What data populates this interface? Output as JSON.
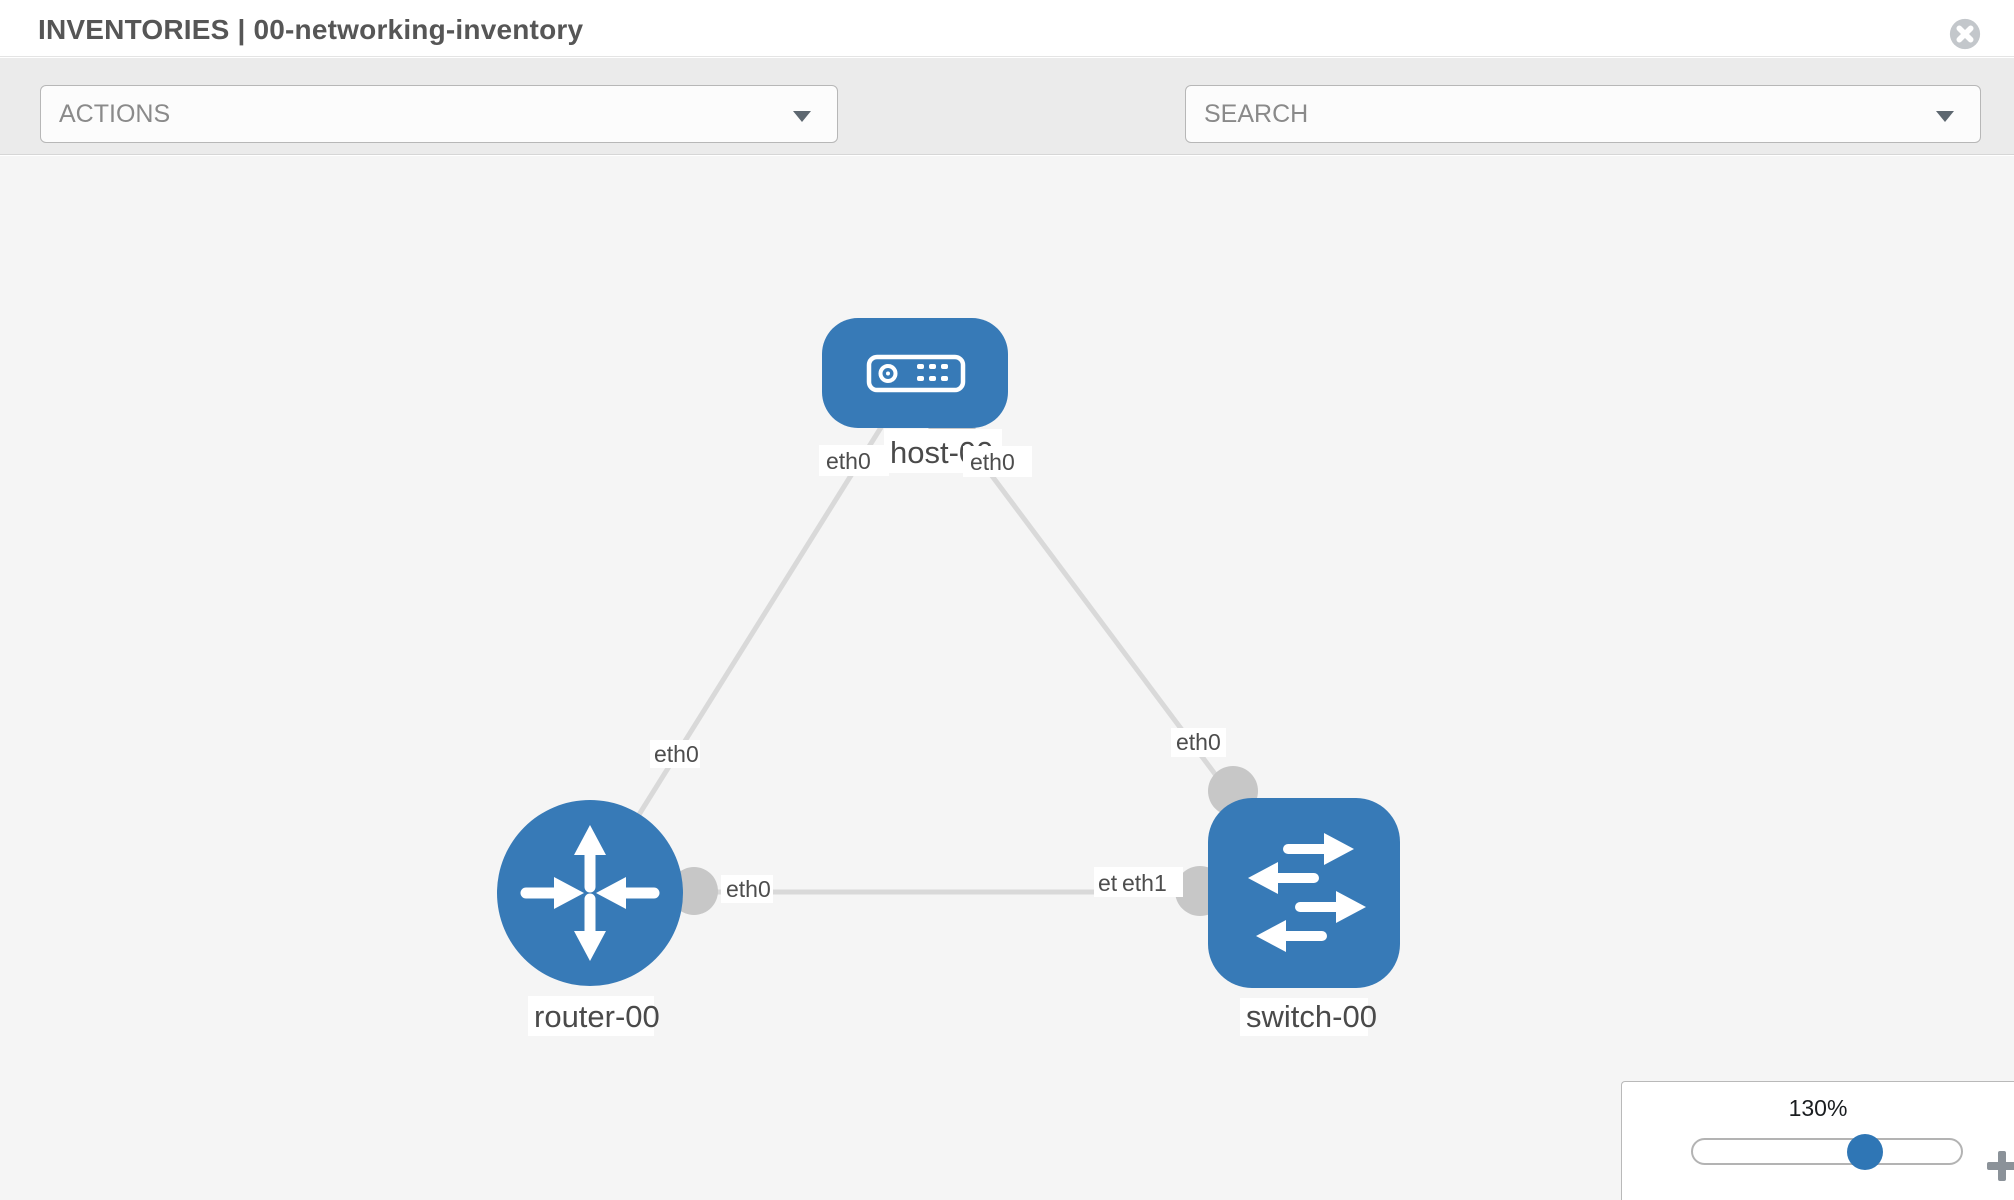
{
  "header": {
    "title": "INVENTORIES | 00-networking-inventory"
  },
  "toolbar": {
    "actions_placeholder": "ACTIONS",
    "search_placeholder": "SEARCH"
  },
  "topology": {
    "nodes": [
      {
        "id": "host-00",
        "label": "host-00",
        "type": "host"
      },
      {
        "id": "router-00",
        "label": "router-00",
        "type": "router"
      },
      {
        "id": "switch-00",
        "label": "switch-00",
        "type": "switch"
      }
    ],
    "links": [
      {
        "source": "host-00",
        "source_interface": "eth0",
        "target": "router-00",
        "target_interface": "eth0"
      },
      {
        "source": "host-00",
        "source_interface": "eth0",
        "target": "switch-00",
        "target_interface": "eth0"
      },
      {
        "source": "router-00",
        "source_interface": "eth0",
        "target": "switch-00",
        "target_interface": "eth1"
      }
    ]
  },
  "zoom_panel": {
    "level": "130%",
    "value": 130
  },
  "colors": {
    "node_blue": "#377ab7",
    "canvas_gray": "#f5f5f5",
    "link_gray": "#d9d9d9",
    "accent_blue": "#2f76b5"
  }
}
